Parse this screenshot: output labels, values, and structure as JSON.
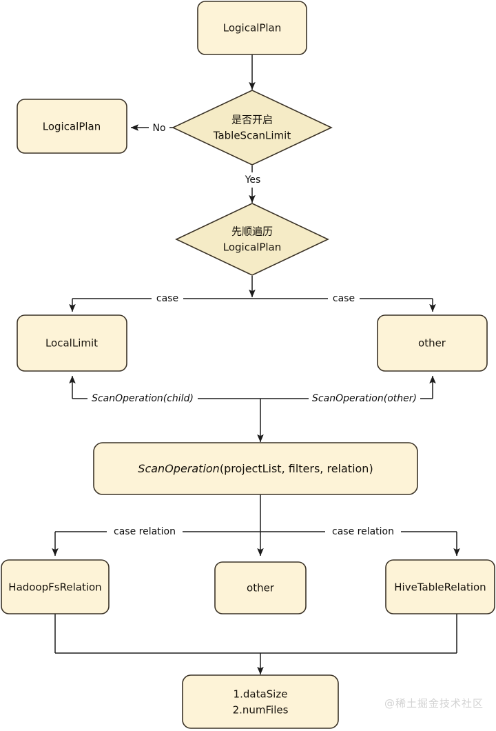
{
  "diagram": {
    "title": "TableScanLimit LogicalPlan flow",
    "colors": {
      "box_fill": "#fdf3d7",
      "diamond_fill": "#f5ebc6",
      "node_stroke": "#3a3226",
      "edge_stroke": "#1b1b1b",
      "background": "#ffffff",
      "watermark": "#d2d2d2"
    },
    "nodes": {
      "root_logical_plan": "LogicalPlan",
      "return_logical_plan": "LogicalPlan",
      "decision_enabled_line1": "是否开启",
      "decision_enabled_line2": "TableScanLimit",
      "decision_traverse_line1": "先顺遍历",
      "decision_traverse_line2": "LogicalPlan",
      "local_limit": "LocalLimit",
      "other_top": "other",
      "scan_operation_italic": "ScanOperation",
      "scan_operation_rest": "(projectList, filters, relation)",
      "hadoop_fs_relation": "HadoopFsRelation",
      "other_bottom": "other",
      "hive_table_relation": "HiveTableRelation",
      "result_line1": "1.dataSize",
      "result_line2": "2.numFiles"
    },
    "edge_labels": {
      "no": "No",
      "yes": "Yes",
      "case_left": "case",
      "case_right": "case",
      "scan_child": "ScanOperation(child)",
      "scan_other": "ScanOperation(other)",
      "case_relation_left": "case relation",
      "case_relation_right": "case relation"
    },
    "watermark": "@稀土掘金技术社区"
  }
}
